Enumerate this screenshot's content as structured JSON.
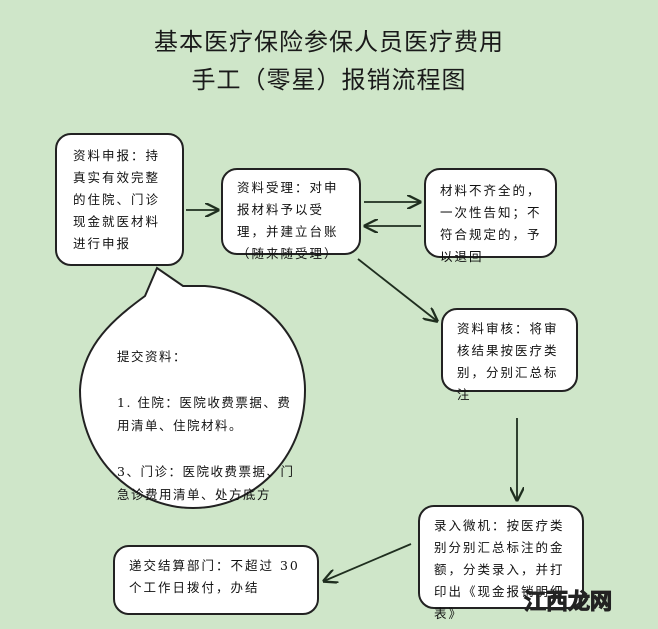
{
  "title": {
    "line1": "基本医疗保险参保人员医疗费用",
    "line2": "手工（零星）报销流程图"
  },
  "colors": {
    "background": "#cfe6c9",
    "box_fill": "#ffffff",
    "border": "#222222",
    "arrow": "#1f2e1f"
  },
  "nodes": {
    "submit": "资料申报：持真实有效完整的住院、门诊现金就医材料进行申报",
    "accept": "资料受理：对申报材料予以受理，并建立台账（随来随受理）",
    "incomplete": "材料不齐全的，一次性告知；不符合规定的，予以退回",
    "review": "资料审核：将审核结果按医疗类别，分别汇总标注",
    "entry": "录入微机：按医疗类别分别汇总标注的金额，分类录入，并打印出《现金报销明细表》",
    "settle": "递交结算部门：不超过 30 个工作日拨付，办结"
  },
  "bubble": {
    "heading": "提交资料：",
    "line1": "1. 住院：医院收费票据、费用清单、住院材料。",
    "line2": "3、门诊：医院收费票据、门急诊费用清单、处方底方"
  },
  "watermark": {
    "part1": "江",
    "part2": "西",
    "part3": "龙网"
  }
}
